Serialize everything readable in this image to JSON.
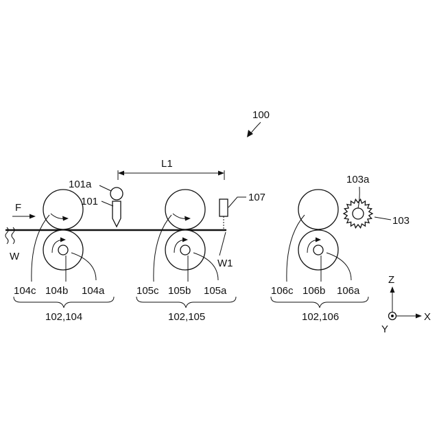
{
  "figure": {
    "system_label": "100",
    "feed_label": "F",
    "web_label": "W",
    "web_end_label": "W1",
    "distance_label": "L1",
    "axes": {
      "x": "X",
      "y": "Y",
      "z": "Z"
    },
    "head": {
      "nozzle_label": "101",
      "tip_label": "101a"
    },
    "sensor_label": "107",
    "gear": {
      "label": "103",
      "center_label": "103a"
    },
    "roller_groups": [
      {
        "upper_label": "104c",
        "shaft_label": "104b",
        "lower_label": "104a",
        "group_label": "102,104"
      },
      {
        "upper_label": "105c",
        "shaft_label": "105b",
        "lower_label": "105a",
        "group_label": "102,105"
      },
      {
        "upper_label": "106c",
        "shaft_label": "106b",
        "lower_label": "106a",
        "group_label": "102,106"
      }
    ]
  }
}
